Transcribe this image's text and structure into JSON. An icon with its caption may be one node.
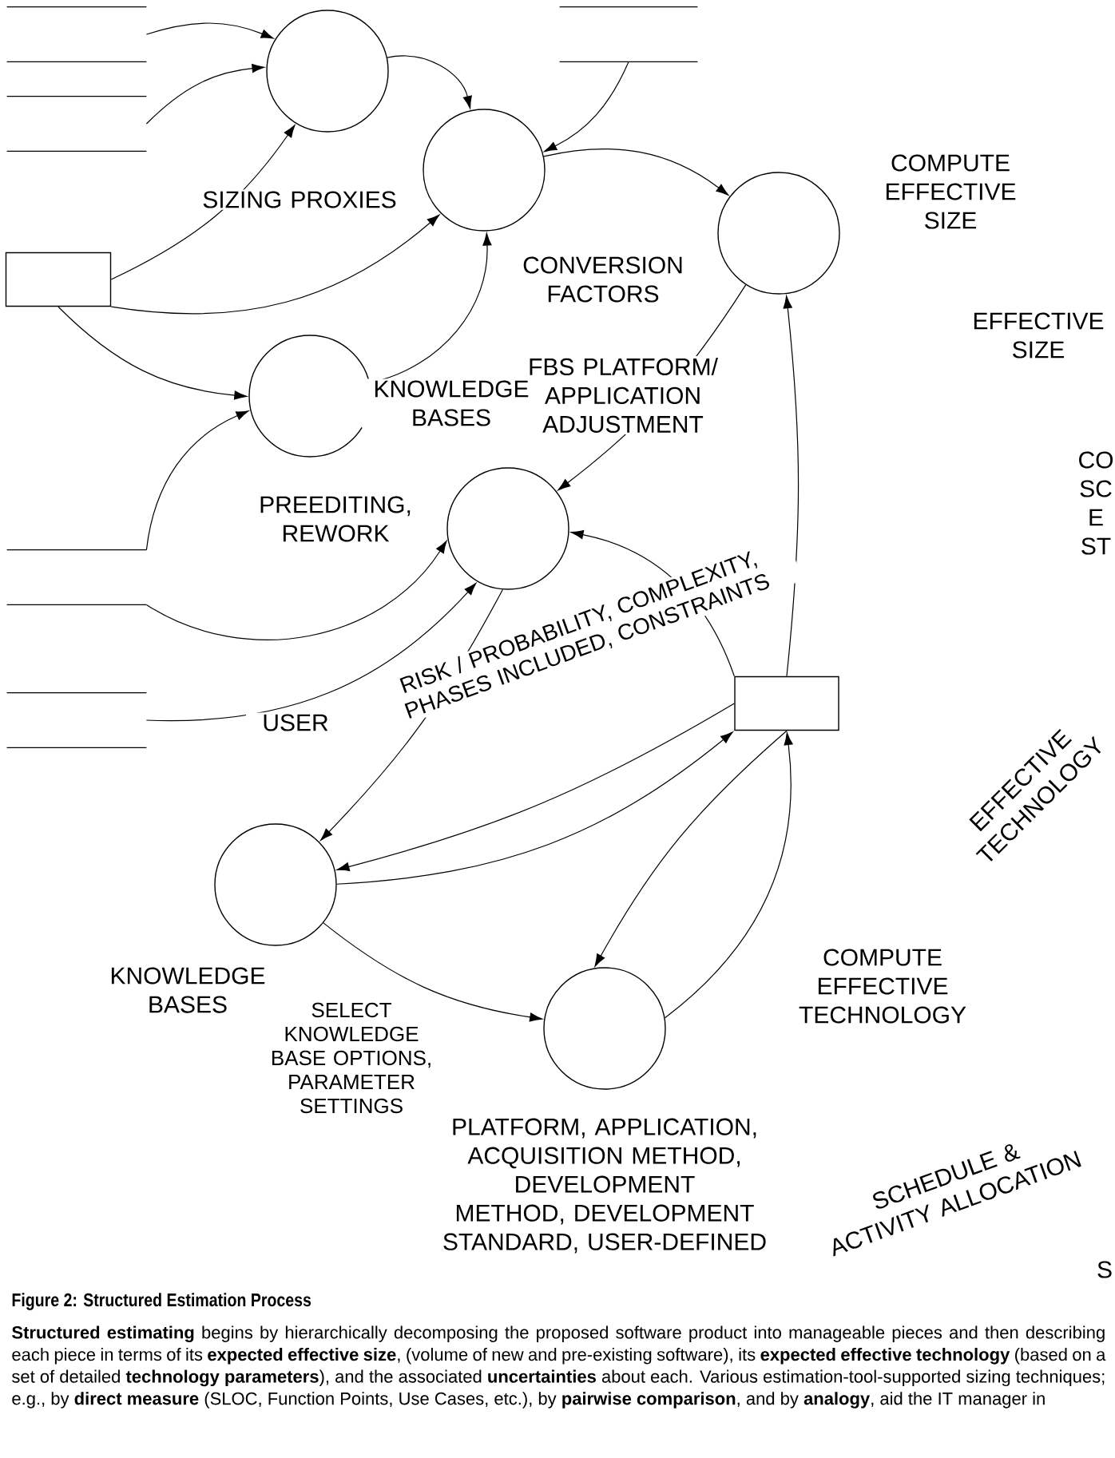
{
  "diagram": {
    "caption": "Figure 2: Structured Estimation Process",
    "nodes": [
      {
        "text": [],
        "shape": "store"
      },
      {
        "text": [],
        "shape": "store"
      },
      {
        "text": [],
        "shape": "store"
      },
      {
        "text": [],
        "shape": "circle"
      },
      {
        "text": [],
        "shape": "circle"
      },
      {
        "text": [],
        "shape": "box"
      },
      {
        "text": [],
        "shape": "circle"
      },
      {
        "text": [],
        "shape": "circle"
      },
      {
        "text": [],
        "shape": "circle"
      },
      {
        "text": [],
        "shape": "store"
      },
      {
        "text": [],
        "shape": "store"
      },
      {
        "text": [],
        "shape": "box"
      },
      {
        "text": [],
        "shape": "circle"
      },
      {
        "text": [],
        "shape": "circle"
      }
    ],
    "edges": [
      {
        "from": 0,
        "to": 3,
        "arrow": "to"
      },
      {
        "from": 1,
        "to": 3,
        "arrow": "to"
      },
      {
        "from": 3,
        "to": 4,
        "arrow": "to"
      },
      {
        "from": 2,
        "to": 4,
        "arrow": "to"
      },
      {
        "from": 5,
        "to": 3,
        "arrow": "to"
      },
      {
        "from": 5,
        "to": 4,
        "arrow": "to",
        "label": "SIZING PROXIES"
      },
      {
        "from": 5,
        "to": 7,
        "arrow": "to"
      },
      {
        "from": 7,
        "to": 4,
        "arrow": "to"
      },
      {
        "from": 4,
        "to": 6,
        "arrow": "to"
      },
      {
        "from": 6,
        "to": 8,
        "arrow": "to",
        "label": "FBS PLATFORM/ APPLICATION ADJUSTMENT"
      },
      {
        "from": 9,
        "to": 7,
        "arrow": "to"
      },
      {
        "from": 9,
        "to": 8,
        "arrow": "to"
      },
      {
        "from": 10,
        "to": 8,
        "arrow": "to",
        "label": "USER"
      },
      {
        "from": 8,
        "to": 12,
        "arrow": "to"
      },
      {
        "from": 11,
        "to": 12,
        "arrow": "to",
        "label": "RISK / PROBABILITY, COMPLEXITY, PHASES INCLUDED, CONSTRAINTS"
      },
      {
        "from": 12,
        "to": 11,
        "arrow": "to"
      },
      {
        "from": 11,
        "to": 8,
        "arrow": "to"
      },
      {
        "from": 11,
        "to": 6,
        "arrow": "to"
      },
      {
        "from": 11,
        "to": 13,
        "arrow": "to"
      },
      {
        "from": 13,
        "to": 11,
        "arrow": "to",
        "label": "COMPUTE EFFECTIVE TECHNOLOGY"
      },
      {
        "from": 12,
        "to": 13,
        "arrow": "to",
        "label": "SELECT KNOWLEDGE BASE OPTIONS, PARAMETER SETTINGS"
      }
    ],
    "labels": [
      "CONVERSION FACTORS",
      "COMPUTE EFFECTIVE SIZE",
      "EFFECTIVE SIZE",
      "KNOWLEDGE BASES",
      "CO SC E ST",
      "PREEDITING, REWORK",
      "EFFECTIVE TECHNOLOGY",
      "PLATFORM, APPLICATION, ACQUISITION METHOD, DEVELOPMENT METHOD, DEVELOPMENT STANDARD, USER-DEFINED",
      "KNOWLEDGE BASES",
      "S",
      "SCHEDULE & ACTIVITY ALLOCATION",
      "**Structured estimating** begins by hierarchically decomposing the proposed software product into manageable pieces and then describing each piece in terms of its **expected effective size**, (volume of new and pre-existing software), its **expected effective technology** (based on a set of detailed **technology parameters**), and the associated **uncertainties** about each. Various estimation-tool-supported sizing techniques; e.g., by **direct measure** (SLOC, Function Points, Use Cases, etc.), by **pairwise comparison**, and by **analogy**, aid the IT manager in"
    ]
  }
}
